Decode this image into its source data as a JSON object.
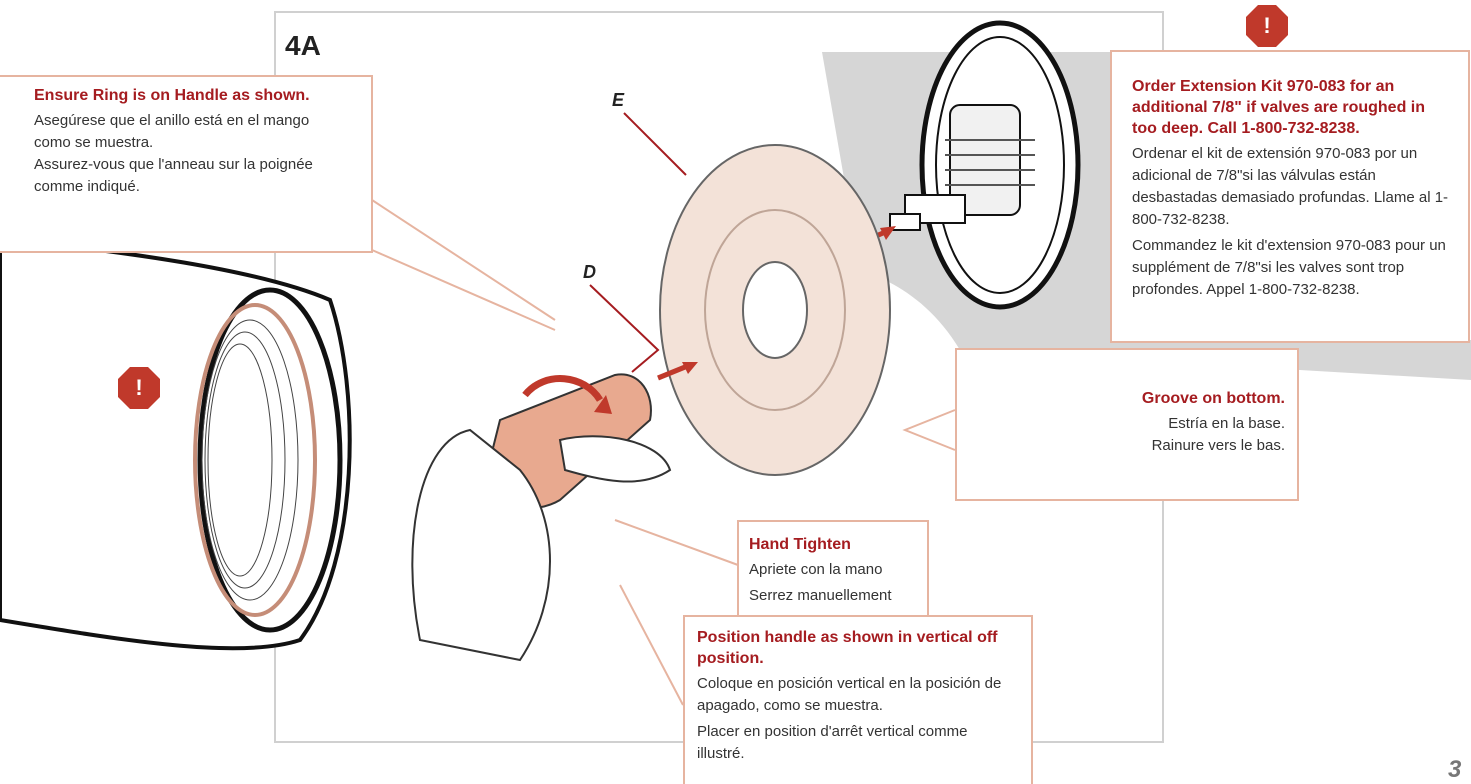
{
  "step": {
    "label": "4A"
  },
  "parts": {
    "e": "E",
    "d": "D"
  },
  "page": {
    "number": "3"
  },
  "callouts": {
    "ring": {
      "title": "Ensure Ring is on Handle as shown.",
      "es": "Asegúrese que el anillo está en el mango como se muestra.",
      "fr": "Assurez-vous que l'anneau sur la poignée comme indiqué."
    },
    "extension": {
      "title": "Order Extension Kit 970-083 for an additional 7/8\" if valves are roughed in too deep. Call 1-800-732-8238.",
      "es": "Ordenar el kit de extensión 970-083 por un adicional de 7/8\"si las válvulas están desbastadas demasiado profundas. Llame al 1-800-732-8238.",
      "fr": "Commandez le kit d'extension 970-083 pour un supplément de 7/8\"si les valves sont trop profondes. Appel 1-800-732-8238."
    },
    "groove": {
      "title": "Groove on bottom.",
      "es": "Estría en la base.",
      "fr": "Rainure vers le bas."
    },
    "tighten": {
      "title": "Hand Tighten",
      "es": "Apriete con la mano",
      "fr": "Serrez manuellement"
    },
    "position": {
      "title": "Position handle as shown in vertical off position.",
      "es": "Coloque en posición vertical en la posición de apagado, como se muestra.",
      "fr": "Placer en position d'arrêt vertical comme illustré."
    }
  },
  "icons": {
    "alert": "!"
  },
  "colors": {
    "accent": "#a51c20",
    "callout_border": "#e6b4a0",
    "copper": "#e8a98f",
    "wall_gray": "#d6d6d6"
  }
}
